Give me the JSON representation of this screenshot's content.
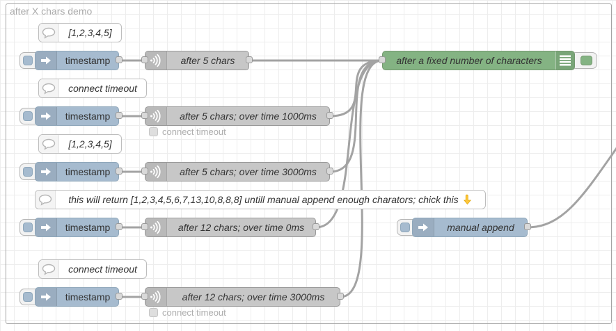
{
  "workspace": {
    "group_label": "after X chars demo"
  },
  "colors": {
    "inject_node": "#a6bbcf",
    "filter_node": "#c7c7c7",
    "debug_node": "#84b383",
    "comment_node": "#ffffff",
    "wire": "#a3a3a3",
    "grid_line": "#ededed",
    "status_text": "#aeaeae",
    "emoji_hand": "#ffc83d"
  },
  "icons": {
    "comment_icon": "speech-bubble",
    "inject_icon": "arrow-right",
    "filter_icon": "signal-waves",
    "debug_icon": "list-lines",
    "emoji": "pointing-down-hand"
  },
  "nodes": {
    "comment1": {
      "label": "[1,2,3,4,5]"
    },
    "comment2": {
      "label": "connect timeout"
    },
    "comment3": {
      "label": "[1,2,3,4,5]"
    },
    "comment4": {
      "label": "this will return [1,2,3,4,5,6,7,13,10,8,8,8] untill manual append enough charators; chick this"
    },
    "comment5": {
      "label": "connect timeout"
    },
    "inject1": {
      "label": "timestamp"
    },
    "inject2": {
      "label": "timestamp"
    },
    "inject3": {
      "label": "timestamp"
    },
    "inject4": {
      "label": "timestamp"
    },
    "inject5": {
      "label": "timestamp"
    },
    "inject_manual": {
      "label": "manual append"
    },
    "filter1": {
      "label": "after 5 chars"
    },
    "filter2": {
      "label": "after 5 chars; over time 1000ms",
      "status": "connect timeout"
    },
    "filter3": {
      "label": "after 5 chars; over time 3000ms"
    },
    "filter4": {
      "label": "after 12 chars; over time 0ms"
    },
    "filter5": {
      "label": "after 12 chars; over time 3000ms",
      "status": "connect timeout"
    },
    "debug1": {
      "label": "after a fixed number of characters"
    }
  }
}
